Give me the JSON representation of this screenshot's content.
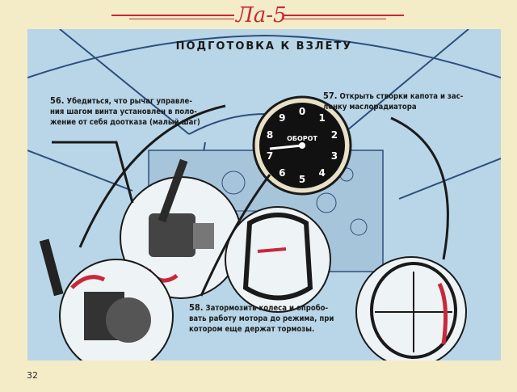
{
  "header": {
    "book_title": "Ла-5"
  },
  "plate": {
    "title": "ПОДГОТОВКА К ВЗЛЕТУ"
  },
  "steps": [
    {
      "number": "56.",
      "text": "Убедиться, что рычаг управле-\nния шагом винта установлен в поло-\nжение от себя доотказа (малый шаг)"
    },
    {
      "number": "57.",
      "text": "Открыть створки капота и зас-\nлонку маслорадиатора"
    },
    {
      "number": "58.",
      "text": "Затормозить колеса и опробо-\nвать работу мотора до режима, при\nкотором еще держат тормозы."
    }
  ],
  "gauge": {
    "label": "ОБОРОТ",
    "dial_numbers": [
      "0",
      "1",
      "2",
      "3",
      "4",
      "5",
      "6",
      "7",
      "8",
      "9"
    ]
  },
  "page_number": "32",
  "colors": {
    "accent_red": "#c8283a",
    "plate_blue": "#b8d6e8",
    "paper": "#f3ecc6",
    "ink": "#1a1a1a"
  }
}
